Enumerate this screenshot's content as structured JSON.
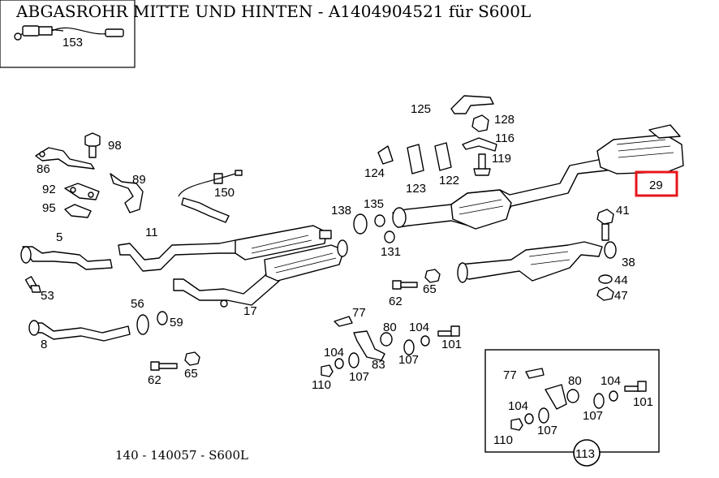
{
  "title": "ABGASROHR MITTE UND HINTEN - A1404904521 für S600L",
  "footer": "140 - 140057 - S600L",
  "highlight": {
    "label": "29",
    "color": "#e8141b"
  },
  "labels": {
    "l153": "153",
    "l98": "98",
    "l86": "86",
    "l89": "89",
    "l92": "92",
    "l95": "95",
    "l150": "150",
    "l5": "5",
    "l11": "11",
    "l53": "53",
    "l56": "56",
    "l59": "59",
    "l8": "8",
    "l62a": "62",
    "l65a": "65",
    "l17": "17",
    "l138": "138",
    "l135": "135",
    "l131": "131",
    "l125": "125",
    "l128": "128",
    "l116": "116",
    "l119": "119",
    "l124": "124",
    "l123": "123",
    "l122": "122",
    "l41": "41",
    "l38": "38",
    "l44": "44",
    "l47": "47",
    "l62b": "62",
    "l65b": "65",
    "l77a": "77",
    "l80a": "80",
    "l104a": "104",
    "l101a": "101",
    "l104b": "104",
    "l107a": "107",
    "l83": "83",
    "l107b": "107",
    "l110a": "110",
    "l77b": "77",
    "l80b": "80",
    "l104c": "104",
    "l101b": "101",
    "l104d": "104",
    "l107c": "107",
    "l107d": "107",
    "l110b": "110",
    "l113": "113"
  }
}
